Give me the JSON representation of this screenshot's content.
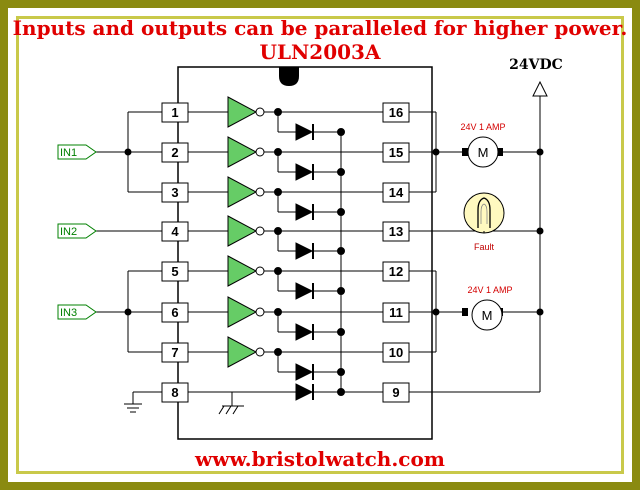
{
  "title_line1": "Inputs and outputs can be paralleled for higher power.",
  "title_line2": "ULN2003A",
  "supply_label": "24VDC",
  "website": "www.bristolwatch.com",
  "inputs": [
    "IN1",
    "IN2",
    "IN3"
  ],
  "pins_left": [
    "1",
    "2",
    "3",
    "4",
    "5",
    "6",
    "7",
    "8"
  ],
  "pins_right": [
    "16",
    "15",
    "14",
    "13",
    "12",
    "11",
    "10",
    "9"
  ],
  "motor1_label": "24V 1 AMP",
  "motor2_label": "24V 1 AMP",
  "motor_symbol": "M",
  "lamp_label": "Fault",
  "colors": {
    "title": "#e00000",
    "frame": "#8a8a10",
    "buffer": "#66cc66",
    "input_tag": "#008000",
    "amp_label": "#d40000"
  }
}
